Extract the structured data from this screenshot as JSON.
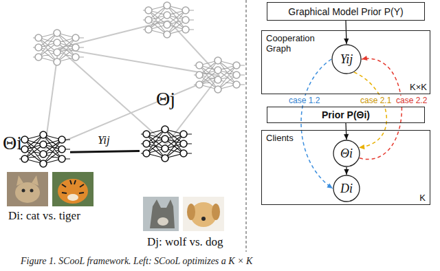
{
  "diagram": {
    "caption": "Figure 1. SCooL framework. Left: SCooL optimizes a K × K",
    "nodes": [
      {
        "text": [
          "Θi"
        ]
      },
      {
        "text": [
          "Θj"
        ]
      },
      {
        "text": [
          "Graphical Model Prior P(Y)"
        ]
      },
      {
        "text": [
          "Cooperation Graph",
          "K×K"
        ]
      },
      {
        "text": [
          "Yij"
        ],
        "in": 3
      },
      {
        "text": [
          "Prior P(Θi)"
        ]
      },
      {
        "text": [
          "Clients",
          "K"
        ]
      },
      {
        "text": [
          "Θi"
        ],
        "in": 6
      },
      {
        "text": [
          "Di"
        ],
        "in": 6
      }
    ],
    "edges": [
      {
        "from": 0,
        "to": 1,
        "arrow": "none",
        "label": "Yij"
      },
      {
        "from": 2,
        "to": 4,
        "arrow": "to"
      },
      {
        "from": 5,
        "to": 7,
        "arrow": "to"
      },
      {
        "from": 7,
        "to": 8,
        "arrow": "to"
      },
      {
        "from": 4,
        "to": 8,
        "arrow": "to",
        "label": "case 1.2"
      },
      {
        "from": 4,
        "to": 7,
        "arrow": "to",
        "label": "case 2.1"
      },
      {
        "from": 7,
        "to": 4,
        "arrow": "to",
        "label": "case 2.2"
      }
    ],
    "labels": [
      "Di: cat vs. tiger",
      "Dj: wolf vs. dog"
    ]
  }
}
